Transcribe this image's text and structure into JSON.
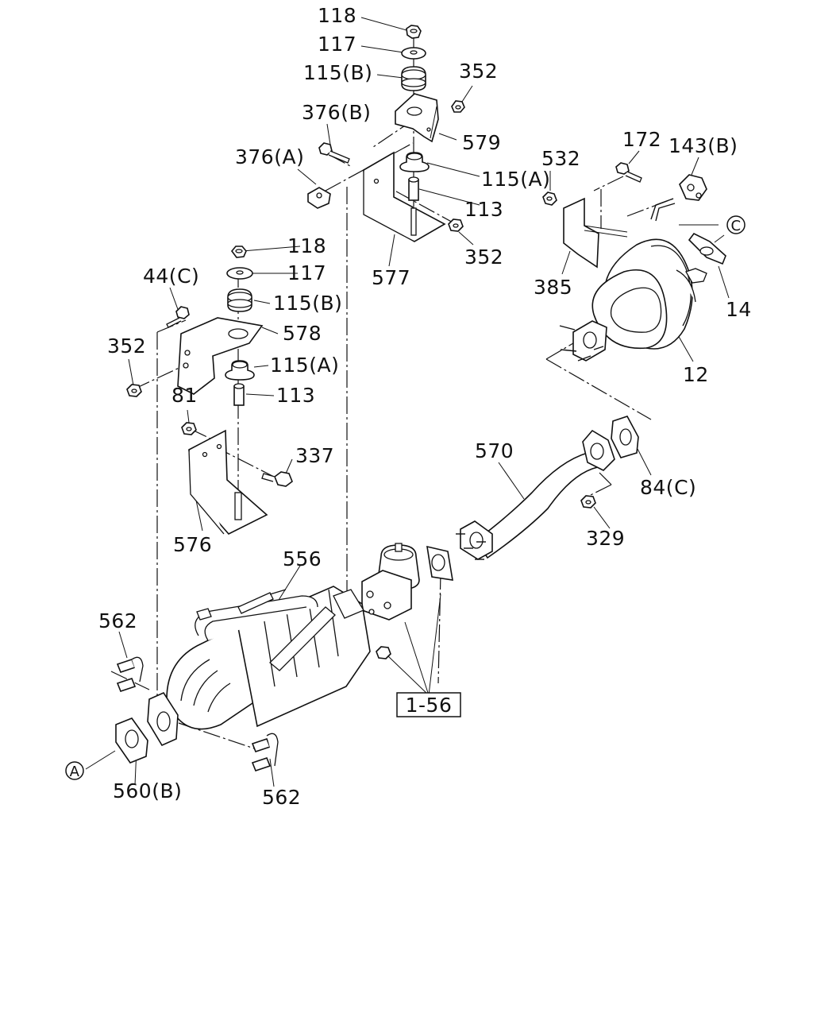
{
  "labels": {
    "p118_top": "118",
    "p117_top": "117",
    "p115b_top": "115(B)",
    "p352_top": "352",
    "p376b": "376(B)",
    "p579": "579",
    "p376a": "376(A)",
    "p115a_top": "115(A)",
    "p113_top": "113",
    "p352_mid": "352",
    "p577": "577",
    "p172": "172",
    "p143b": "143(B)",
    "p532": "532",
    "p385": "385",
    "p14": "14",
    "p12": "12",
    "p118_mid": "118",
    "p117_mid": "117",
    "p44c": "44(C)",
    "p115b_mid": "115(B)",
    "p578": "578",
    "p352_left": "352",
    "p115a_mid": "115(A)",
    "p113_mid": "113",
    "p81": "81",
    "p337": "337",
    "p576": "576",
    "p570": "570",
    "p84c": "84(C)",
    "p329": "329",
    "p556": "556",
    "p562_top": "562",
    "p562_bottom": "562",
    "p560b": "560(B)",
    "ref_box": "1-56",
    "circle_c": "C",
    "circle_a": "A"
  }
}
